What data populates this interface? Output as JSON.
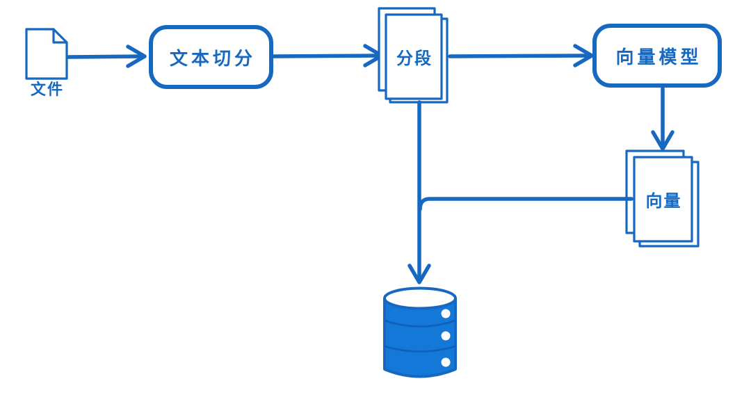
{
  "colors": {
    "stroke": "#1668C0",
    "text": "#1668C0",
    "db_fill": "#1478D8",
    "db_band_line": "#0E5FB8",
    "background": "#ffffff"
  },
  "nodes": {
    "file": {
      "label": "文件",
      "type": "document"
    },
    "text_split": {
      "label": "文本切分",
      "type": "process-box"
    },
    "segments": {
      "label": "分段",
      "type": "page-stack"
    },
    "vector_model": {
      "label": "向量模型",
      "type": "process-box"
    },
    "vectors": {
      "label": "向量",
      "type": "page-stack"
    },
    "database": {
      "label": "",
      "type": "database-cylinder"
    }
  },
  "edges": [
    {
      "from": "file",
      "to": "text_split",
      "style": "arrow-right"
    },
    {
      "from": "text_split",
      "to": "segments",
      "style": "arrow-right"
    },
    {
      "from": "segments",
      "to": "vector_model",
      "style": "arrow-right"
    },
    {
      "from": "vector_model",
      "to": "vectors",
      "style": "arrow-down"
    },
    {
      "from": "segments",
      "to": "database",
      "style": "arrow-down"
    },
    {
      "from": "vectors",
      "to": "database",
      "style": "elbow-join"
    }
  ]
}
